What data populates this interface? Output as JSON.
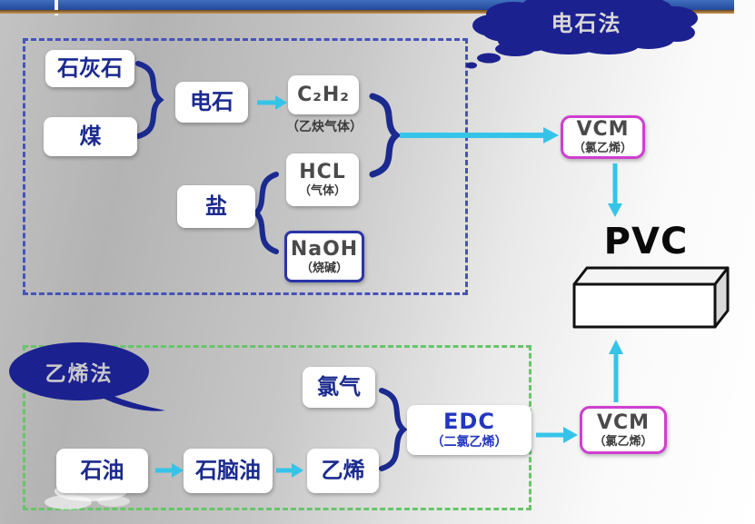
{
  "slide": {
    "carbide": {
      "bubble": "电石法",
      "limestone": "石灰石",
      "coal": "煤",
      "carbide": "电石",
      "acetylene": "C₂H₂",
      "acetylene_note": "（乙炔气体）",
      "salt": "盐",
      "hcl": "HCL",
      "hcl_note": "（气体）",
      "naoh": "NaOH",
      "naoh_note": "（烧碱）",
      "vcm": "VCM",
      "vcm_note": "（氯乙烯）"
    },
    "product": {
      "pvc": "PVC"
    },
    "ethylene": {
      "bubble": "乙烯法",
      "chlorine": "氯气",
      "petroleum": "石油",
      "naphtha": "石脑油",
      "ethylene": "乙烯",
      "edc": "EDC",
      "edc_note": "（二氯乙烯）",
      "vcm": "VCM",
      "vcm_note": "（氯乙烯）"
    },
    "colors": {
      "navy": "#1b2a8f",
      "cyan_arrow": "#35c4e8",
      "magenta_border": "#cf3fd0",
      "dash_blue": "#4553b8",
      "dash_green": "#67c56b",
      "header_blue": "#2a55a8",
      "header_brown": "#a06c32"
    }
  }
}
